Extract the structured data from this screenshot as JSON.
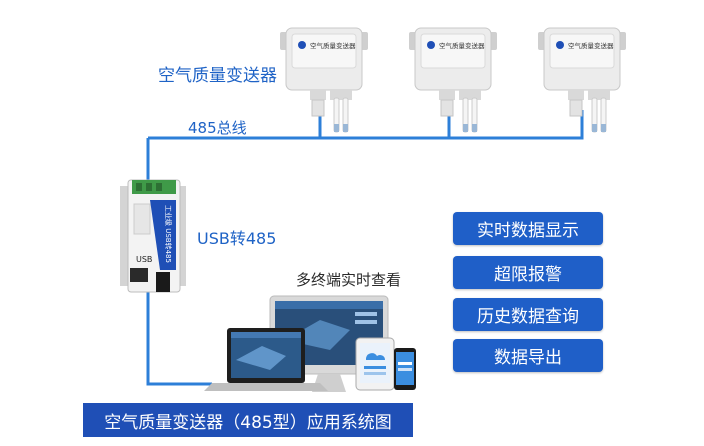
{
  "labels": {
    "transmitter": "空气质量变送器",
    "bus": "485总线",
    "converter": "USB转485",
    "multi_terminal": "多终端实时查看"
  },
  "features": [
    "实时数据显示",
    "超限报警",
    "历史数据查询",
    "数据导出"
  ],
  "title": "空气质量变送器（485型）应用系统图",
  "device_label": "空气质量变送器",
  "converter_side_label": "工业级 USB转485",
  "converter_usb_text": "USB",
  "colors": {
    "wire": "#2d7fd8",
    "button": "#1f5fc8",
    "title_bar": "#1f4fb6",
    "label_text": "#1f63c6"
  }
}
